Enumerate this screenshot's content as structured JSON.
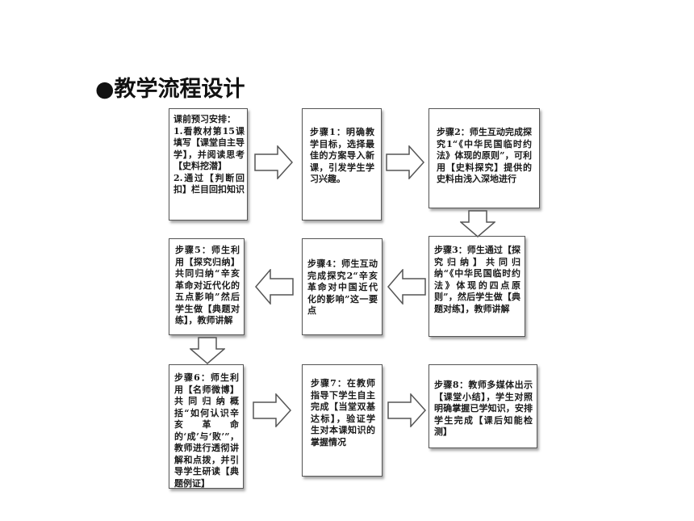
{
  "title": "●教学流程设计",
  "boxes": [
    {
      "id": "pre",
      "text": "课前预习安排：\n1.看教材第15课填写【课堂自主导学】，并阅读思考【史料挖潜】\n2.通过【判断回扣】栏目回扣知识"
    },
    {
      "id": "s1",
      "text": "步骤1：明确教学目标，选择最佳的方案导入新课，引发学生学习兴趣。"
    },
    {
      "id": "s2",
      "text": "步骤2：师生互动完成探究1“《中华民国临时约法》体现的原则”，可利用【史料探究】提供的史料由浅入深地进行"
    },
    {
      "id": "s3",
      "text": "步骤3：师生通过【探究归纳】共同归纳“《中华民国临时约法》体现的四点原则”，然后学生做【典题对练】，教师讲解"
    },
    {
      "id": "s4",
      "text": "步骤4：师生互动完成探究2“辛亥革命对中国近代化的影响”这一要点"
    },
    {
      "id": "s5",
      "text": "步骤5：师生利用【探究归纳】共同归纳“辛亥革命对近代化的五点影响”然后学生做【典题对练】，教师讲解"
    },
    {
      "id": "s6",
      "text": "步骤6：师生利用【名师微博】共同归纳概括“如何认识辛亥革命的‘成’与‘败’”，教师进行透彻讲解和点拨，并引导学生研读【典题例证】"
    },
    {
      "id": "s7",
      "text": "步骤7：在教师指导下学生自主完成【当堂双基达标】，验证学生对本课知识的掌握情况"
    },
    {
      "id": "s8",
      "text": "步骤8：教师多媒体出示【课堂小结】，学生对照明确掌握已学知识，安排学生完成【课后知能检测】"
    }
  ]
}
